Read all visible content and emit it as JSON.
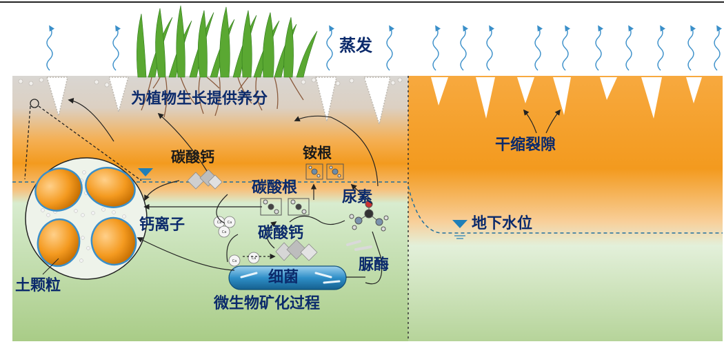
{
  "labels": {
    "evaporation": "蒸发",
    "nutrients": "为植物生长提供养分",
    "calcium_carbonate_top": "碳酸钙",
    "ammonium": "铵根",
    "carbonate": "碳酸根",
    "urea": "尿素",
    "calcium_ion": "钙离子",
    "calcium_carbonate_mid": "碳酸钙",
    "urease": "脲酶",
    "bacteria": "细菌",
    "process": "微生物矿化过程",
    "soil_particle": "土颗粒",
    "shrink_cracks": "干缩裂隙",
    "water_table": "地下水位"
  },
  "ion_symbol": "Ca",
  "colors": {
    "label_navy": "#0b2a6b",
    "soil_orange": "#f39a1e",
    "groundwater_green": "#cde7c9",
    "water_blue": "#1f7fb8",
    "arrow_blue": "#3a8fc9"
  }
}
